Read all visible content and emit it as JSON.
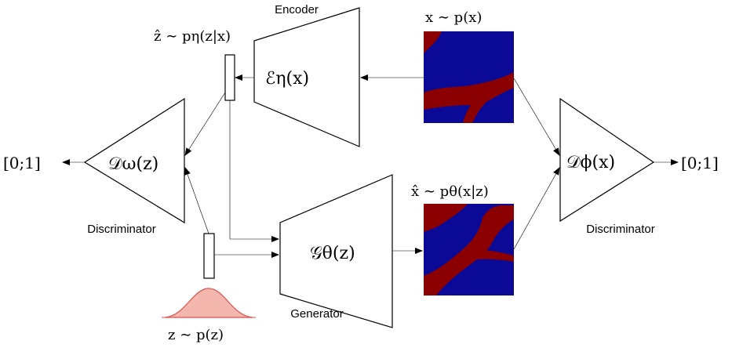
{
  "labels": {
    "encoder": "Encoder",
    "generator": "Generator",
    "discriminator_left": "Discriminator",
    "discriminator_right": "Discriminator",
    "output_left": "[0;1]",
    "output_right": "[0;1]"
  },
  "math": {
    "z_hat": "ẑ ∼ pη(z|x)",
    "x_data": "x ∼ p(x)",
    "x_hat": "x̂ ∼ pθ(x|z)",
    "z_prior": "z ∼ p(z)",
    "encoder_fn": "ℰη(x)",
    "generator_fn": "𝒢θ(z)",
    "disc_z_fn": "𝒟ω(z)",
    "disc_x_fn": "𝒟ϕ(x)"
  },
  "colors": {
    "map_background": "#0a0a96",
    "map_channel": "#8b0000",
    "prior_fill": "#f4b7ad",
    "prior_stroke": "#d9534f"
  }
}
